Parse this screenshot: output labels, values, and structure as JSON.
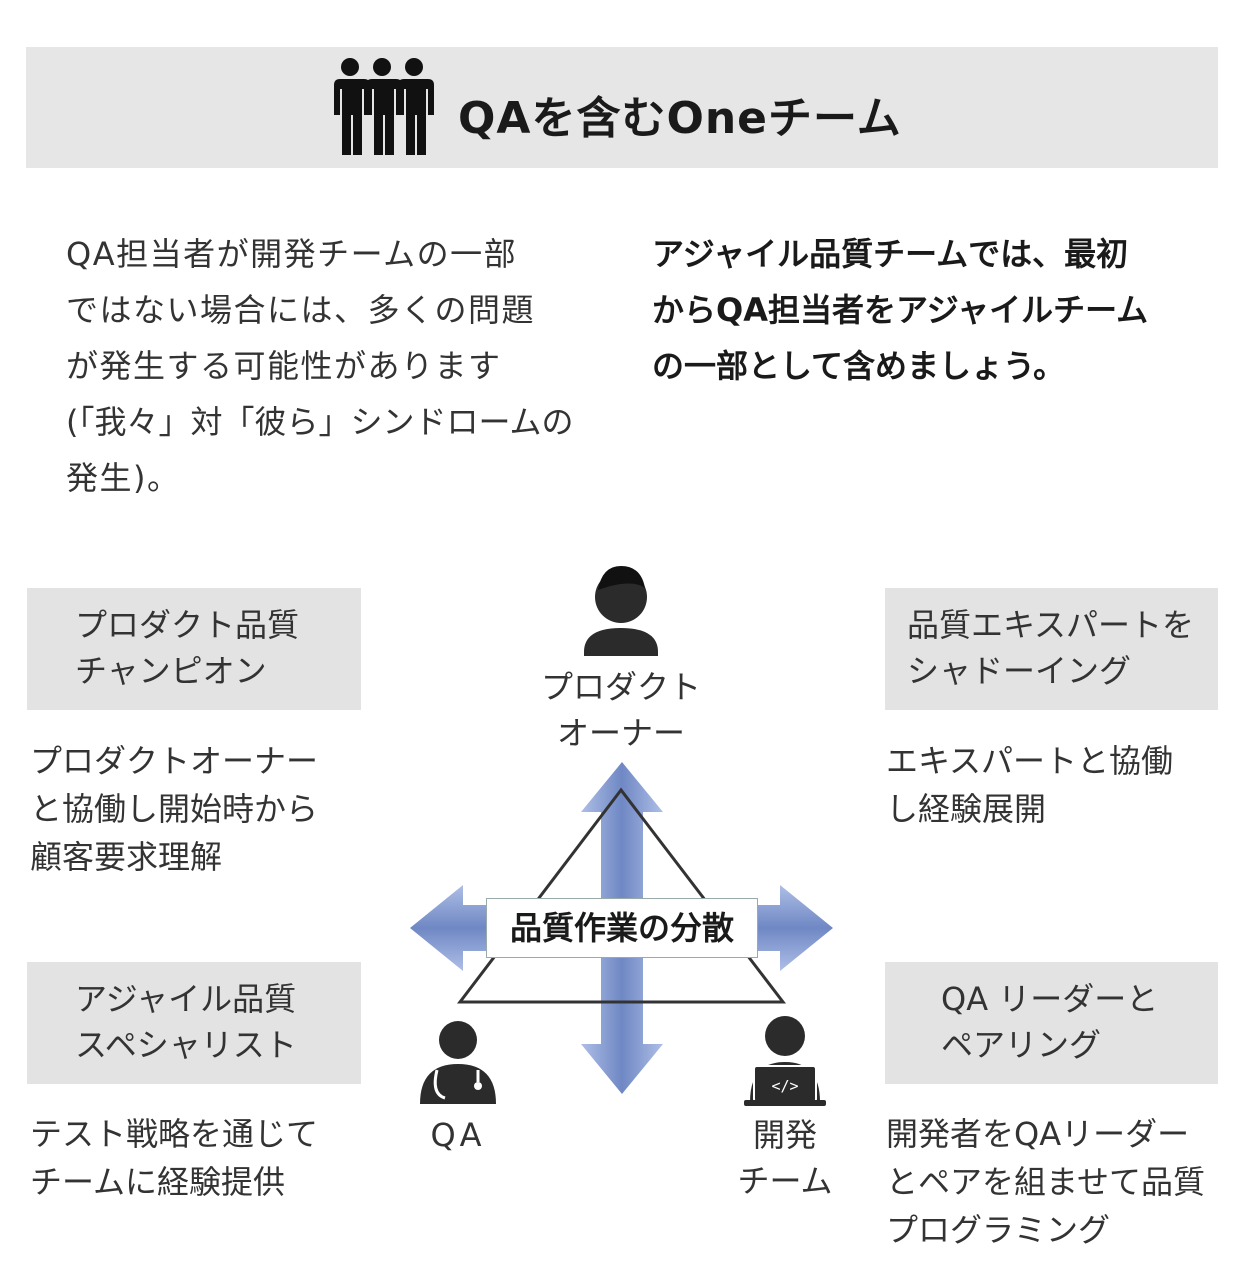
{
  "header": {
    "title": "QAを含むOneチーム",
    "icon": "team-icon"
  },
  "intro": {
    "left_lines": [
      "QA担当者が開発チームの一部",
      "ではない場合には、多くの問題",
      "が発生する可能性があります",
      "(「我々」対「彼ら」シンドロームの",
      "発生)。"
    ],
    "right_lines": [
      "アジャイル品質チームでは、最初",
      "からQA担当者をアジャイルチーム",
      "の一部として含めましょう。"
    ]
  },
  "practices": {
    "champion": {
      "title_lines": [
        "プロダクト品質",
        "チャンピオン"
      ],
      "desc_lines": [
        "プロダクトオーナー",
        "と協働し開始時から",
        "顧客要求理解"
      ]
    },
    "shadowing": {
      "title_lines": [
        "品質エキスパートを",
        "シャドーイング"
      ],
      "desc_lines": [
        "エキスパートと協働",
        "し経験展開"
      ]
    },
    "specialist": {
      "title_lines": [
        "アジャイル品質",
        "スペシャリスト"
      ],
      "desc_lines": [
        "テスト戦略を通じて",
        "チームに経験提供"
      ]
    },
    "pairing": {
      "title_lines": [
        "QA リーダーと",
        "ペアリング"
      ],
      "desc_lines": [
        "開発者をQAリーダー",
        "とペアを組ませて品質",
        "プログラミング"
      ]
    }
  },
  "diagram": {
    "center_label": "品質作業の分散",
    "roles": {
      "product_owner": {
        "lines": [
          "プロダクト",
          "オーナー"
        ],
        "icon": "person-icon"
      },
      "qa": {
        "lines": [
          "QA"
        ],
        "icon": "doctor-icon"
      },
      "dev_team": {
        "lines": [
          "開発",
          "チーム"
        ],
        "icon": "developer-laptop-icon"
      }
    },
    "colors": {
      "arrow": "#8fa6d6",
      "arrow_dark": "#6d86c2",
      "box": "#e3e3e3",
      "icon": "#2b2b2b"
    }
  }
}
